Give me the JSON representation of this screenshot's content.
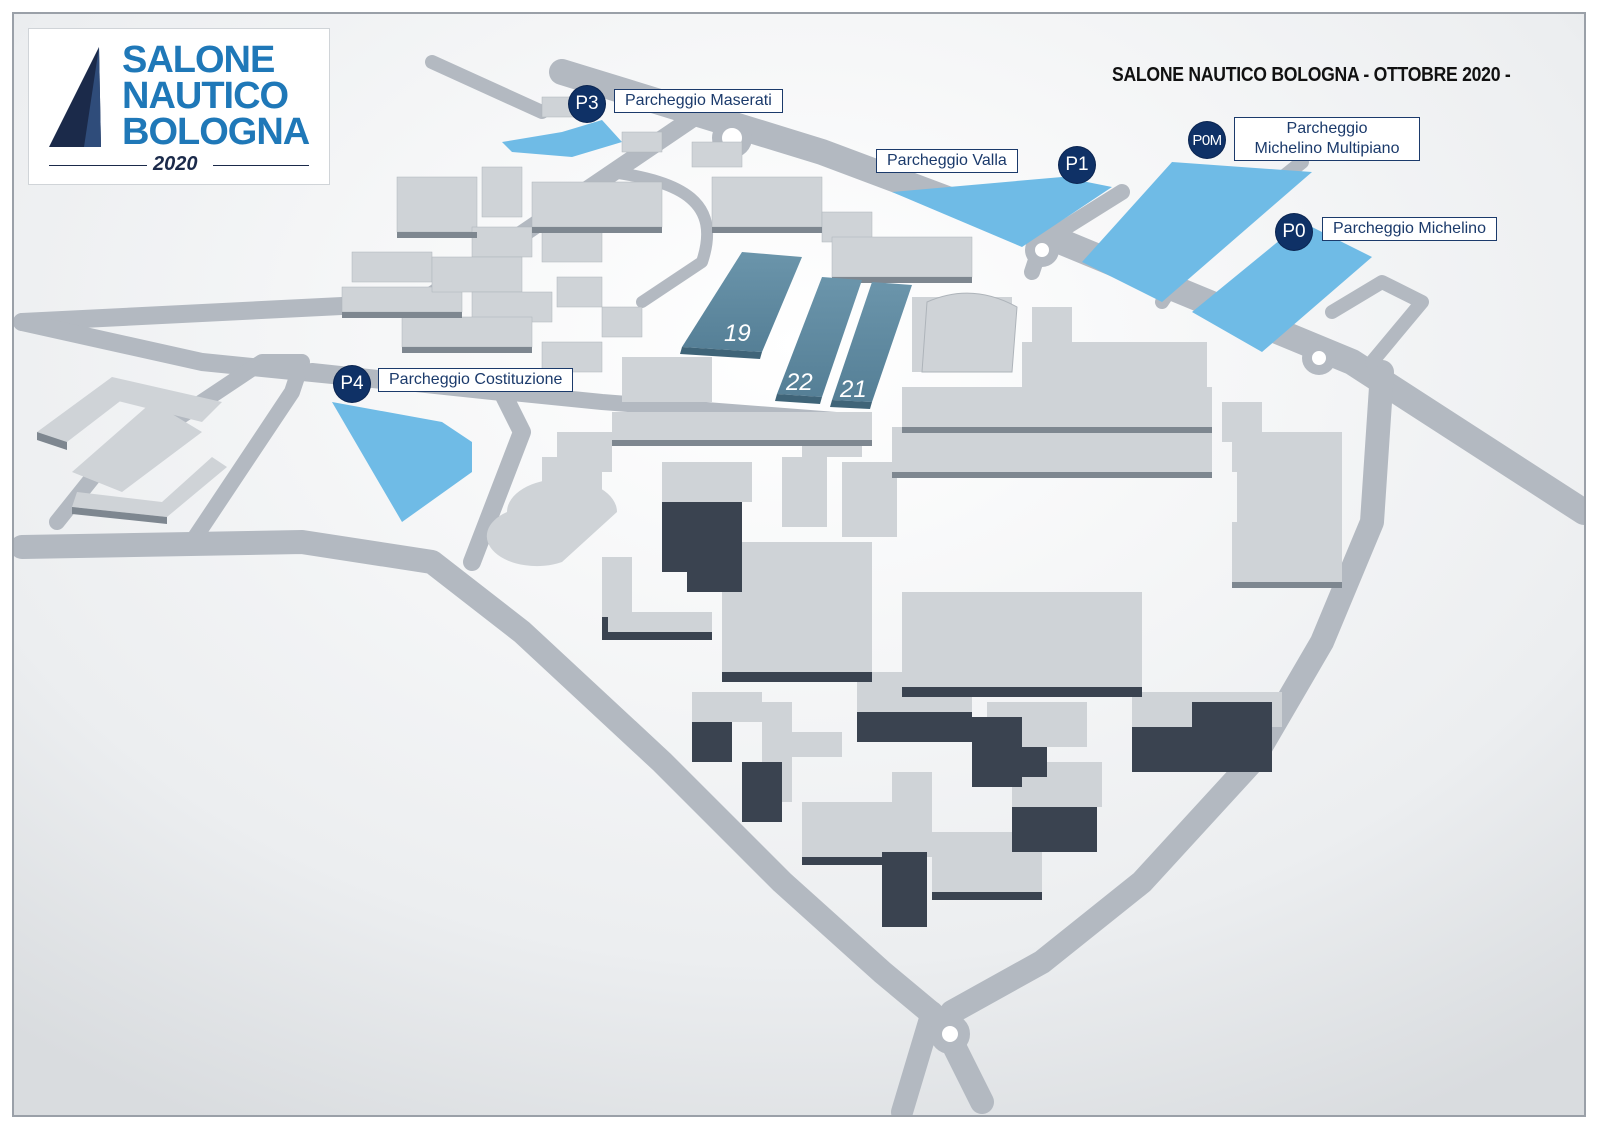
{
  "title": "SALONE NAUTICO BOLOGNA - OTTOBRE 2020 -",
  "logo": {
    "lines": [
      "SALONE",
      "NAUTICO",
      "BOLOGNA"
    ],
    "year": "2020"
  },
  "parking": [
    {
      "code": "P3",
      "label": "Parcheggio Maserati"
    },
    {
      "code": "P1",
      "label": "Parcheggio Valla"
    },
    {
      "code": "P0M",
      "label_line1": "Parcheggio",
      "label_line2": "Michelino Multipiano"
    },
    {
      "code": "P0",
      "label": "Parcheggio Michelino"
    },
    {
      "code": "P4",
      "label": "Parcheggio Costituzione"
    }
  ],
  "halls": [
    "19",
    "22",
    "21"
  ],
  "colors": {
    "parking_area": "#6fbbe6",
    "parking_badge": "#0f3166",
    "hall": "#5f8ca3",
    "road": "#b3b9c1",
    "building_top": "#cfd3d7",
    "building_side": "#3a4350",
    "logo_blue": "#1f78b8",
    "logo_navy": "#1b2a4a"
  }
}
